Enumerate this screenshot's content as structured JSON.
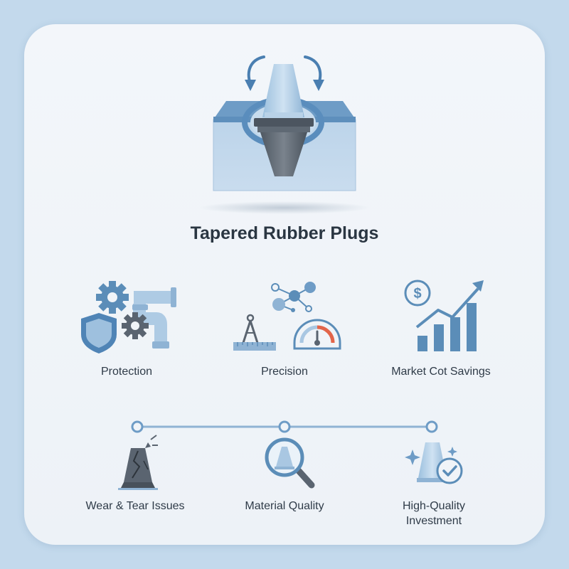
{
  "title": "Tapered Rubber Plugs",
  "features": [
    {
      "label": "Protection",
      "icon": "shield-gears-pipe-icon"
    },
    {
      "label": "Precision",
      "icon": "compass-gauge-icon"
    },
    {
      "label": "Market Cot Savings",
      "icon": "dollar-growth-chart-icon"
    }
  ],
  "timeline": [
    {
      "label": "Wear & Tear Issues",
      "icon": "cracked-plug-icon"
    },
    {
      "label": "Material Quality",
      "icon": "magnifier-plug-icon"
    },
    {
      "label": "High-Quality\nInvestment",
      "icon": "plug-checkmark-icon"
    }
  ],
  "colors": {
    "background": "#c3d9ec",
    "card": "#f0f4f8",
    "primary_blue": "#5b8db8",
    "light_blue": "#a9c7e2",
    "dark_gray": "#5a6470",
    "text": "#2f3b48",
    "accent_red": "#e2654a"
  }
}
